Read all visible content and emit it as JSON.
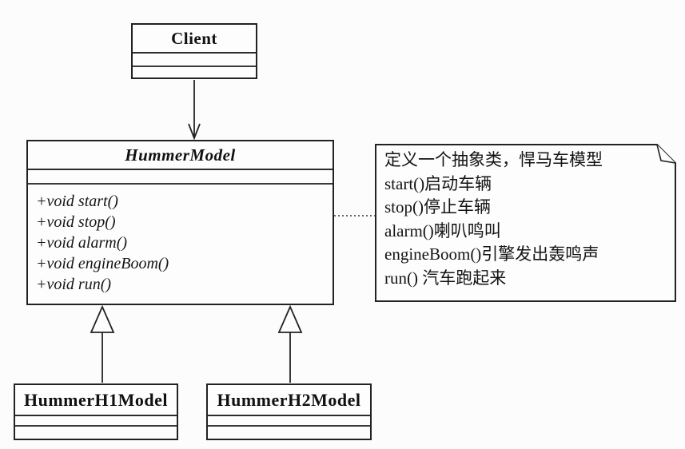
{
  "classes": {
    "client": {
      "name": "Client"
    },
    "hummer_model": {
      "name": "HummerModel",
      "methods": [
        "+void start()",
        "+void stop()",
        "+void alarm()",
        "+void engineBoom()",
        "+void run()"
      ]
    },
    "hummer_h1": {
      "name": "HummerH1Model"
    },
    "hummer_h2": {
      "name": "HummerH2Model"
    }
  },
  "note": {
    "lines": [
      "定义一个抽象类，悍马车模型",
      "start()启动车辆",
      "stop()停止车辆",
      "alarm()喇叭鸣叫",
      "engineBoom()引擎发出轰鸣声",
      "run() 汽车跑起来"
    ]
  },
  "relationships": [
    {
      "type": "directed-association",
      "from": "Client",
      "to": "HummerModel"
    },
    {
      "type": "generalization",
      "from": "HummerH1Model",
      "to": "HummerModel"
    },
    {
      "type": "generalization",
      "from": "HummerH2Model",
      "to": "HummerModel"
    },
    {
      "type": "note-anchor",
      "from": "note",
      "to": "HummerModel"
    }
  ],
  "colors": {
    "stroke": "#222222",
    "box_fill": "#fdfdfd",
    "background": "#fcfcfc"
  }
}
